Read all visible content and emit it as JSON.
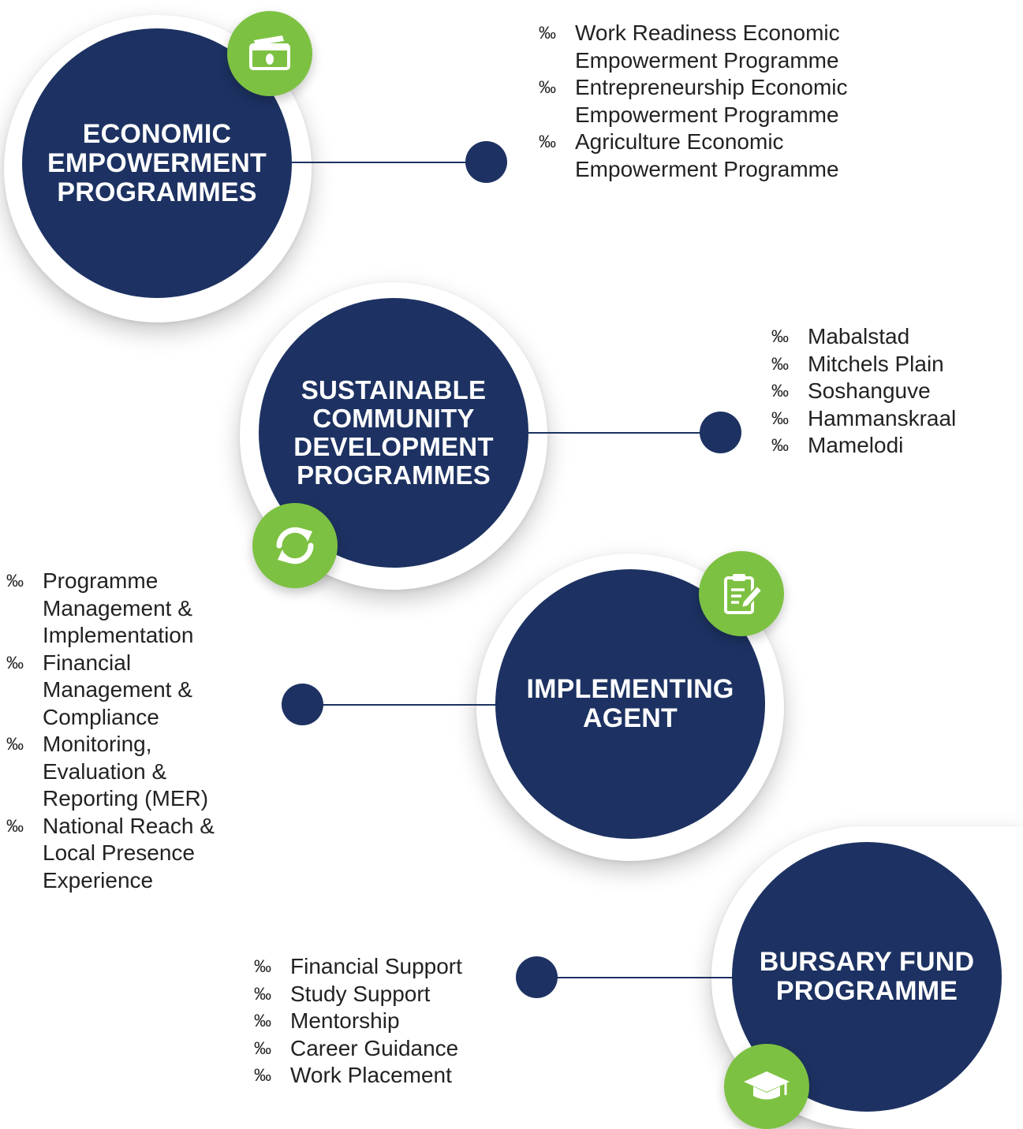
{
  "colors": {
    "navy": "#1d3262",
    "green": "#7dc142",
    "text": "#222222"
  },
  "bullet_symbol": "‰",
  "sections": [
    {
      "title_lines": [
        "ECONOMIC",
        "EMPOWERMENT",
        "PROGRAMMES"
      ],
      "icon": "money-icon",
      "items": [
        [
          "Work Readiness Economic",
          "Empowerment Programme"
        ],
        [
          "Entrepreneurship Economic",
          "Empowerment Programme"
        ],
        [
          "Agriculture Economic",
          "Empowerment Programme"
        ]
      ]
    },
    {
      "title_lines": [
        "SUSTAINABLE",
        "COMMUNITY",
        "DEVELOPMENT",
        "PROGRAMMES"
      ],
      "icon": "refresh-icon",
      "items": [
        [
          "Mabalstad"
        ],
        [
          "Mitchels Plain"
        ],
        [
          "Soshanguve"
        ],
        [
          "Hammanskraal"
        ],
        [
          "Mamelodi"
        ]
      ]
    },
    {
      "title_lines": [
        "IMPLEMENTING",
        "AGENT"
      ],
      "icon": "clipboard-edit-icon",
      "items": [
        [
          "Programme",
          "Management &",
          "Implementation"
        ],
        [
          "Financial",
          "Management &",
          "Compliance"
        ],
        [
          "Monitoring,",
          "Evaluation &",
          "Reporting (MER)"
        ],
        [
          "National Reach &",
          "Local Presence",
          "Experience"
        ]
      ]
    },
    {
      "title_lines": [
        "BURSARY FUND",
        "PROGRAMME"
      ],
      "icon": "graduation-cap-icon",
      "items": [
        [
          "Financial Support"
        ],
        [
          "Study Support"
        ],
        [
          "Mentorship"
        ],
        [
          "Career Guidance"
        ],
        [
          "Work Placement"
        ]
      ]
    }
  ]
}
